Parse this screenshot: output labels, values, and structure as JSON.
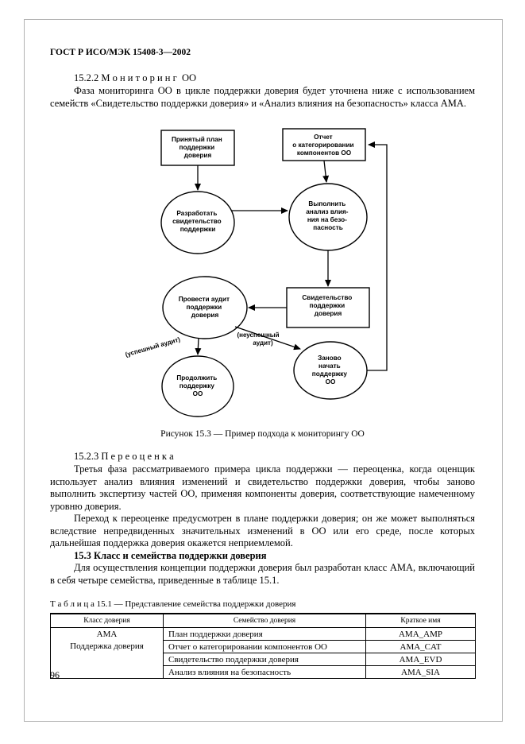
{
  "page": {
    "header": "ГОСТ Р ИСО/МЭК 15408-3—2002",
    "page_number": "96"
  },
  "monitoring": {
    "heading": "15.2.2 М о н и т о р и н г  ОО",
    "paragraph": "Фаза мониторинга ОО в цикле поддержки доверия будет уточнена ниже с использованием семейств «Свидетельство поддержки доверия» и «Анализ влияния на безопасность» класса АМА."
  },
  "figure": {
    "caption": "Рисунок 15.3 — Пример подхода к мониторингу ОО",
    "plan_box": [
      "Принятый план",
      "поддержки",
      "доверия"
    ],
    "report_box": [
      "Отчет",
      "о категорировании",
      "компонентов ОО"
    ],
    "develop_ellipse": [
      "Разработать",
      "свидетельство",
      "поддержки"
    ],
    "analysis_ellipse": [
      "Выполнить",
      "анализ влия-",
      "ния на безо-",
      "пасность"
    ],
    "audit_ellipse": [
      "Провести аудит",
      "поддержки",
      "доверия"
    ],
    "evidence_box": [
      "Свидетельство",
      "поддержки",
      "доверия"
    ],
    "restart_ellipse": [
      "Заново",
      "начать",
      "поддержку",
      "ОО"
    ],
    "continue_ellipse": [
      "Продолжить",
      "поддержку",
      "ОО"
    ],
    "label_success": "(успешный аудит)",
    "label_fail_1": "(неуспешный",
    "label_fail_2": "аудит)"
  },
  "reassessment": {
    "heading": "15.2.3 П е р е о ц е н к а",
    "paragraph1": "Третья фаза рассматриваемого примера цикла поддержки — переоценка, когда оценщик использует анализ влияния изменений и свидетельство поддержки доверия, чтобы заново выполнить экспертизу частей ОО, применяя компоненты доверия, соответствующие намеченному уровню доверия.",
    "paragraph2": "Переход к переоценке предусмотрен в плане поддержки доверия; он же может выполняться вследствие непредвиденных значительных изменений в ОО или его среде, после которых дальнейшая поддержка доверия окажется неприемлемой."
  },
  "class_section": {
    "heading": "15.3 Класс и семейства поддержки доверия",
    "paragraph": "Для осуществления концепции поддержки доверия был разработан класс АМА, включающий в себя четыре семейства, приведенные в таблице 15.1."
  },
  "table": {
    "caption": "Т а б л и ц а  15.1 — Представление семейства поддержки доверия",
    "col_class": "Класс доверия",
    "col_family": "Семейство доверия",
    "col_short": "Краткое имя",
    "class_line1": "АМА",
    "class_line2": "Поддержка доверия",
    "rows": [
      {
        "family": "План поддержки доверия",
        "short": "AMA_AMP"
      },
      {
        "family": "Отчет о категорировании компонентов ОО",
        "short": "AMA_CAT"
      },
      {
        "family": "Свидетельство поддержки доверия",
        "short": "AMA_EVD"
      },
      {
        "family": "Анализ влияния на безопасность",
        "short": "AMA_SIA"
      }
    ]
  }
}
